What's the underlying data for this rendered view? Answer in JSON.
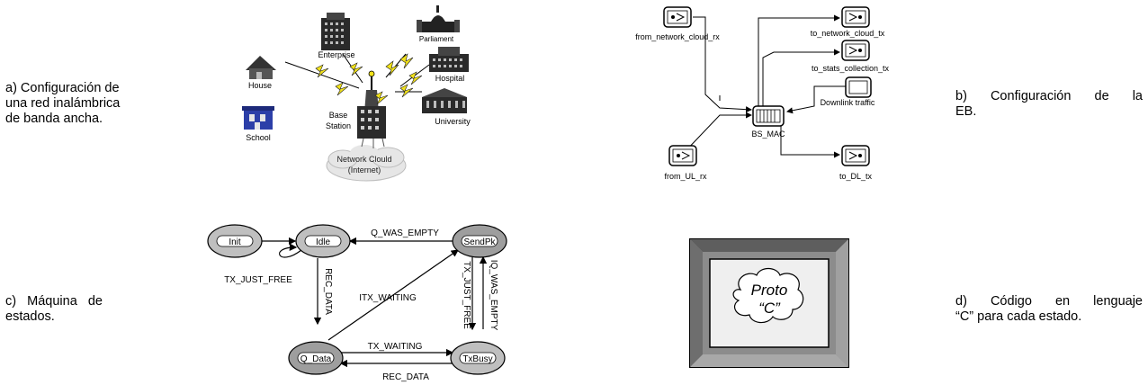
{
  "captions": {
    "a_line1": "a) Configuración de",
    "a_line2": "una red inalámbrica",
    "a_line3": "de banda ancha.",
    "b_line1": "b) Configuración de la",
    "b_line2": "EB.",
    "c_line1": "c)   Máquina   de",
    "c_line2": "estados.",
    "d_line1": "d) Código en lenguaje",
    "d_line2": "“C” para cada estado."
  },
  "network": {
    "parliament": "Parliament",
    "enterprise": "Enterprise",
    "house": "House",
    "hospital": "Hospital",
    "base_station": "Base\nStation",
    "base_station_l1": "Base",
    "base_station_l2": "Station",
    "university": "University",
    "school": "School",
    "cloud_l1": "Network Clould",
    "cloud_l2": "(Internet)"
  },
  "eb": {
    "from_network": "from_network_cloud_rx",
    "to_network": "to_network_cloud_tx",
    "to_stats": "to_stats_collection_tx",
    "downlink": "Downlink traffic",
    "bs_mac": "BS_MAC",
    "from_ul": "from_UL_rx",
    "to_dl": "to_DL_tx"
  },
  "fsm": {
    "init": "Init",
    "idle": "Idle",
    "sendpk": "SendPk",
    "qdata": "Q_Data",
    "txbusy": "TxBusy",
    "q_was_empty_top": "Q_WAS_EMPTY",
    "tx_just_free_loop": "TX_JUST_FREE",
    "rec_data_vert": "REC_DATA",
    "itx_waiting": "ITX_WAITING",
    "tx_just_free_vert": "TX_JUST_FREE",
    "q_was_empty_vert": "IQ_WAS_EMPTY",
    "tx_waiting": "TX_WAITING",
    "rec_data_bottom": "REC_DATA"
  },
  "proto": {
    "line1": "Proto",
    "line2": "“C”"
  }
}
